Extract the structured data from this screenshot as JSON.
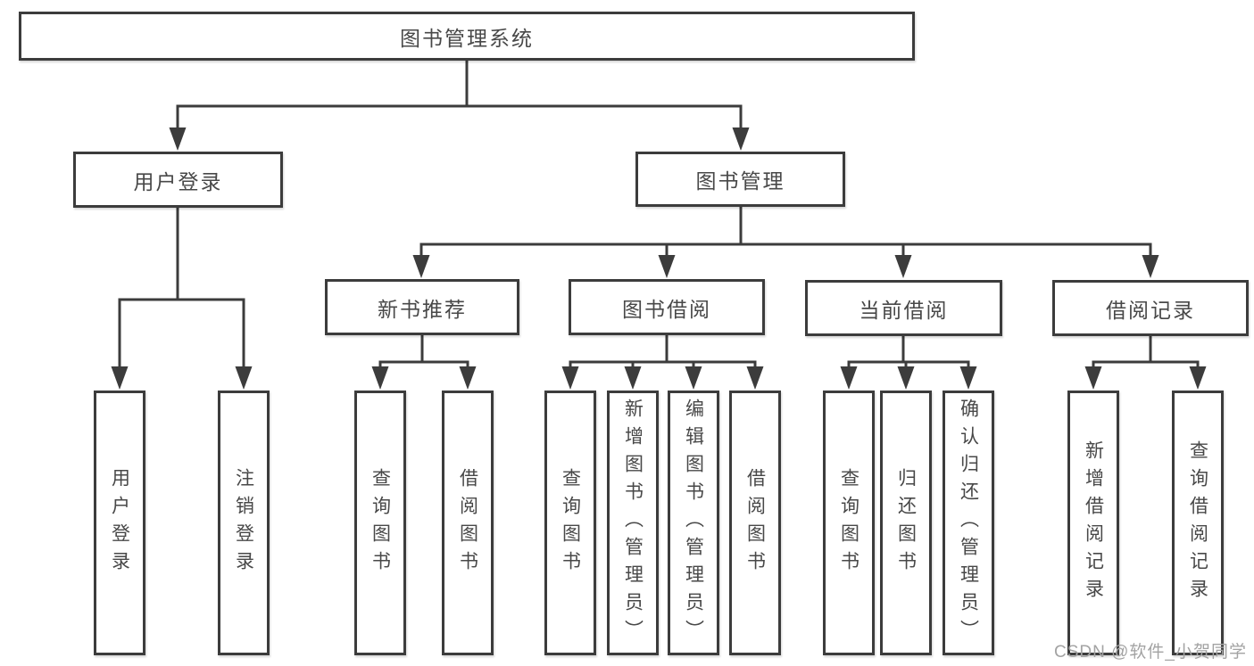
{
  "tree": {
    "root": {
      "label": "图书管理系统"
    },
    "branches": [
      {
        "label": "用户登录",
        "children": [
          {
            "label": "用户登录"
          },
          {
            "label": "注销登录"
          }
        ]
      },
      {
        "label": "图书管理",
        "children": [
          {
            "label": "新书推荐",
            "children": [
              {
                "label": "查询图书"
              },
              {
                "label": "借阅图书"
              }
            ]
          },
          {
            "label": "图书借阅",
            "children": [
              {
                "label": "查询图书"
              },
              {
                "label": "新增图书（管理员）"
              },
              {
                "label": "编辑图书（管理员）"
              },
              {
                "label": "借阅图书"
              }
            ]
          },
          {
            "label": "当前借阅",
            "children": [
              {
                "label": "查询图书"
              },
              {
                "label": "归还图书"
              },
              {
                "label": "确认归还（管理员）"
              }
            ]
          },
          {
            "label": "借阅记录",
            "children": [
              {
                "label": "新增借阅记录"
              },
              {
                "label": "查询借阅记录"
              }
            ]
          }
        ]
      }
    ]
  },
  "watermark": {
    "text": "CSDN @软件_小贺同学"
  },
  "colors": {
    "line": "#3c3c3c",
    "box_border": "#3c3c3c",
    "text": "#484848",
    "watermark": "#a3a3a3",
    "background": "#ffffff"
  }
}
